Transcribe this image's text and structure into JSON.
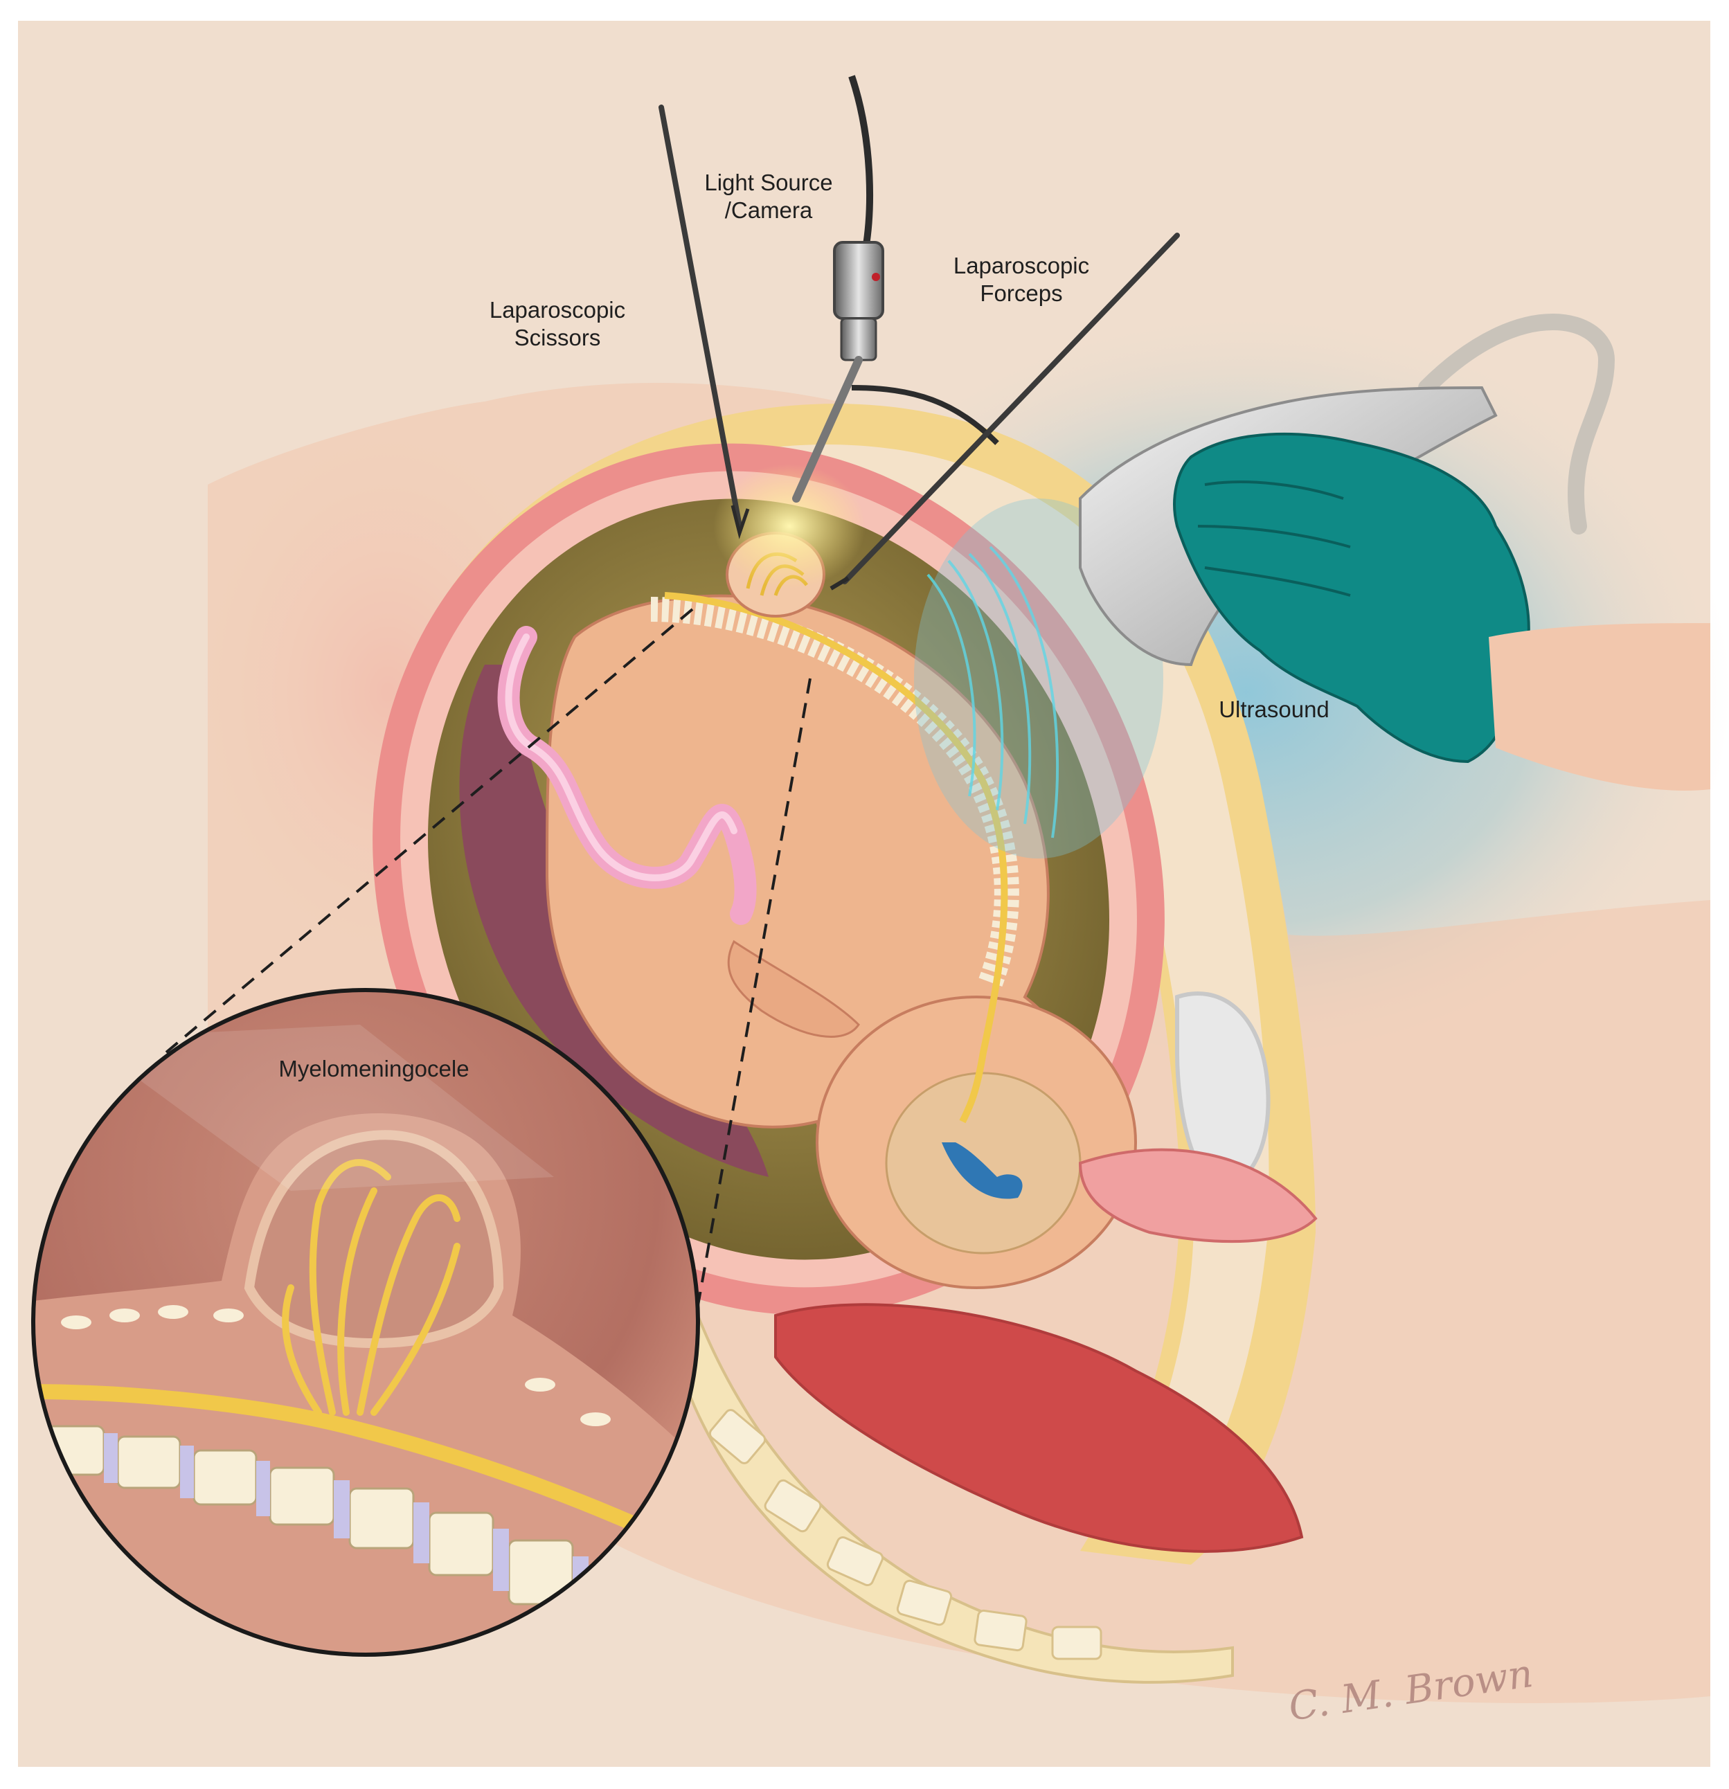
{
  "labels": {
    "light_source": [
      "Light Source",
      "/Camera"
    ],
    "laparoscopic_scissors": [
      "Laparoscopic",
      "Scissors"
    ],
    "laparoscopic_forceps": [
      "Laparoscopic",
      "Forceps"
    ],
    "ultrasound": "Ultrasound",
    "myelomeningocele": "Myelomeningocele"
  },
  "signature": "C. M. Brown",
  "colors": {
    "background": "#f0dece",
    "uterus_wall": "#e88a8a",
    "amniotic_fluid": "#8f7d3c",
    "fetus_skin": "#eeb58e",
    "spinal_cord": "#f1c84a",
    "ultrasound_glow": "#7ec2d8",
    "glove": "#0f8a86",
    "placenta": "#8a4a5c",
    "umbilical_cord": "#f2a6c8"
  }
}
